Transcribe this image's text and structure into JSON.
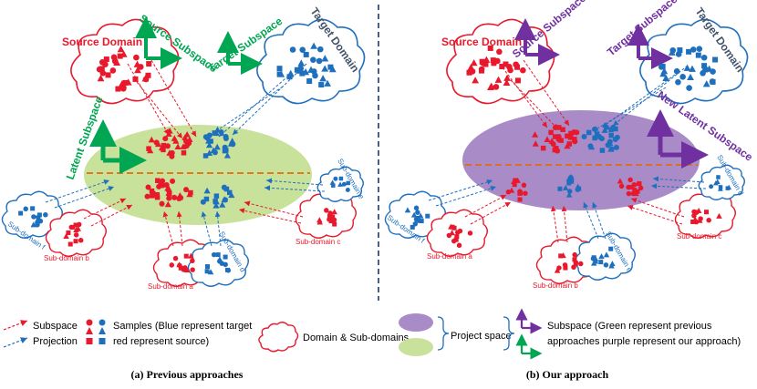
{
  "panel_a": {
    "source_domain": "Source Domain",
    "source_subspace": "Source Subspace",
    "target_subspace": "Target Subspace",
    "target_domain": "Target Domain",
    "latent_subspace": "Latent Subspace",
    "sub_f": "Sub-domain f",
    "sub_b": "Sub-domain b",
    "sub_a": "Sub-domain a",
    "sub_d": "Sub-domain d",
    "sub_c": "Sub-domain c",
    "sub_e": "Sub-domain e",
    "caption": "(a) Previous approaches"
  },
  "panel_b": {
    "source_domain": "Source Domain",
    "source_subspace": "Source Subspace",
    "target_subspace": "Target Subspace",
    "target_domain": "Target Domain",
    "latent_subspace": "New Latent Subspace",
    "sub_f": "Sub-domain f",
    "sub_a": "Sub-domain a",
    "sub_b": "Sub-domain b",
    "sub_e": "Sub-domain e",
    "sub_c": "Sub-domain c",
    "sub_d": "Sub-domain d",
    "caption": "(b) Our approach"
  },
  "legend": {
    "subspace": "Subspace",
    "projection": "Projection",
    "samples_line1": "Samples (Blue represent target",
    "samples_line2": "red represent source)",
    "domain": "Domain & Sub-domains",
    "project_space": "Project space",
    "subspace_line1": "Subspace (Green represent previous",
    "subspace_line2": "approaches purple represent our approach)"
  },
  "colors": {
    "red": "#e8192c",
    "blue": "#1f6fbf",
    "green": "#00a651",
    "purple": "#7030a0",
    "green_ellipse": "#c9e29b",
    "purple_ellipse": "#a98bc8",
    "divider": "#e46c0a",
    "navy": "#1f3864"
  }
}
